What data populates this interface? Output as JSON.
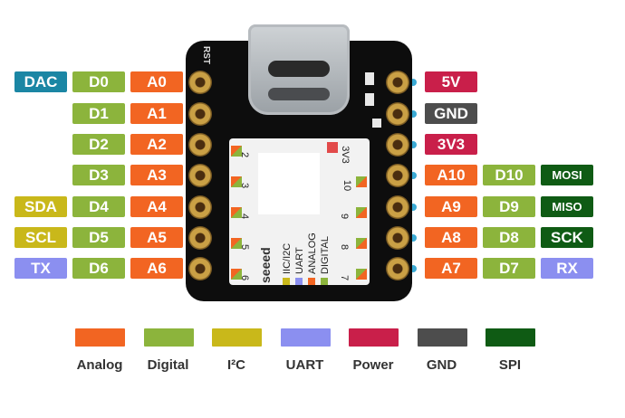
{
  "colors": {
    "analog": "#f26522",
    "digital": "#8cb43c",
    "i2c": "#c9b81a",
    "uart": "#8b8ff0",
    "power": "#c91f4a",
    "gnd": "#4d4d4d",
    "spi": "#0f5b14",
    "dac": "#1b86a4",
    "connector": "#39a9d4"
  },
  "board": {
    "rst_label": "RST",
    "brand": "seeed",
    "pin_numbers_left": [
      "2",
      "3",
      "4",
      "5",
      "6"
    ],
    "pin_numbers_right": [
      "3V3",
      "10",
      "9",
      "8",
      "7"
    ],
    "function_labels": [
      "IIC/I2C",
      "UART",
      "ANALOG",
      "DIGITAL"
    ]
  },
  "left_pins": [
    {
      "extra": "DAC",
      "extra_type": "dac",
      "digital": "D0",
      "analog": "A0"
    },
    {
      "extra": "",
      "extra_type": "",
      "digital": "D1",
      "analog": "A1"
    },
    {
      "extra": "",
      "extra_type": "",
      "digital": "D2",
      "analog": "A2"
    },
    {
      "extra": "",
      "extra_type": "",
      "digital": "D3",
      "analog": "A3"
    },
    {
      "extra": "SDA",
      "extra_type": "i2c",
      "digital": "D4",
      "analog": "A4"
    },
    {
      "extra": "SCL",
      "extra_type": "i2c",
      "digital": "D5",
      "analog": "A5"
    },
    {
      "extra": "TX",
      "extra_type": "uart",
      "digital": "D6",
      "analog": "A6"
    }
  ],
  "right_pins": [
    {
      "main": "5V",
      "main_type": "power"
    },
    {
      "main": "GND",
      "main_type": "gnd"
    },
    {
      "main": "3V3",
      "main_type": "power"
    },
    {
      "analog": "A10",
      "digital": "D10",
      "extra": "MOSI",
      "extra_type": "spi"
    },
    {
      "analog": "A9",
      "digital": "D9",
      "extra": "MISO",
      "extra_type": "spi"
    },
    {
      "analog": "A8",
      "digital": "D8",
      "extra": "SCK",
      "extra_type": "spi"
    },
    {
      "analog": "A7",
      "digital": "D7",
      "extra": "RX",
      "extra_type": "uart"
    }
  ],
  "legend": [
    {
      "label": "Analog",
      "type": "analog"
    },
    {
      "label": "Digital",
      "type": "digital"
    },
    {
      "label": "I²C",
      "type": "i2c"
    },
    {
      "label": "UART",
      "type": "uart"
    },
    {
      "label": "Power",
      "type": "power"
    },
    {
      "label": "GND",
      "type": "gnd"
    },
    {
      "label": "SPI",
      "type": "spi"
    }
  ]
}
